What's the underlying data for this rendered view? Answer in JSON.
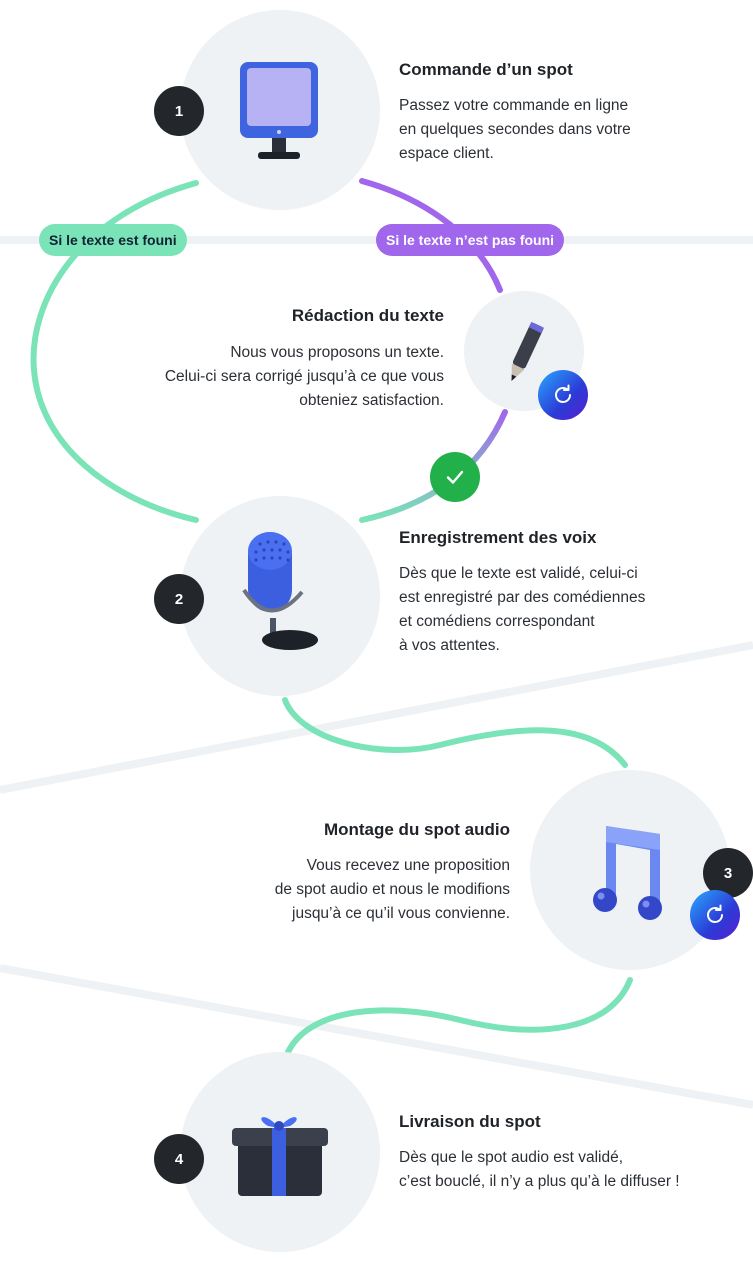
{
  "steps": [
    {
      "number": "1",
      "title": "Commande d’un spot",
      "desc": [
        "Passez votre commande en ligne",
        "en quelques secondes dans votre",
        "espace client."
      ],
      "icon": "computer-monitor-icon"
    },
    {
      "title": "Rédaction du texte",
      "desc": [
        "Nous vous proposons un texte.",
        "Celui-ci sera corrigé jusqu’à ce que vous",
        "obteniez satisfaction."
      ],
      "icon": "pencil-icon"
    },
    {
      "number": "2",
      "title": "Enregistrement des voix",
      "desc": [
        "Dès que le texte est validé, celui-ci",
        "est enregistré par des comédiennes",
        "et comédiens correspondant",
        "à vos attentes."
      ],
      "icon": "microphone-icon"
    },
    {
      "number": "3",
      "title": "Montage du spot audio",
      "desc": [
        "Vous recevez une proposition",
        "de spot audio et nous le modifions",
        "jusqu’à ce qu’il vous convienne."
      ],
      "icon": "music-note-icon"
    },
    {
      "number": "4",
      "title": "Livraison du spot",
      "desc": [
        "Dès que le spot audio est validé,",
        "c’est bouclé, il n’y a plus qu’à le diffuser !"
      ],
      "icon": "gift-box-icon"
    }
  ],
  "branches": {
    "provided": "Si le texte est founi",
    "not_provided": "Si le texte n’est pas founi"
  },
  "colors": {
    "green": "#7be3b8",
    "purple": "#a066ec",
    "dark": "#23272b",
    "circle": "#eef2f5",
    "check": "#22b04a"
  }
}
